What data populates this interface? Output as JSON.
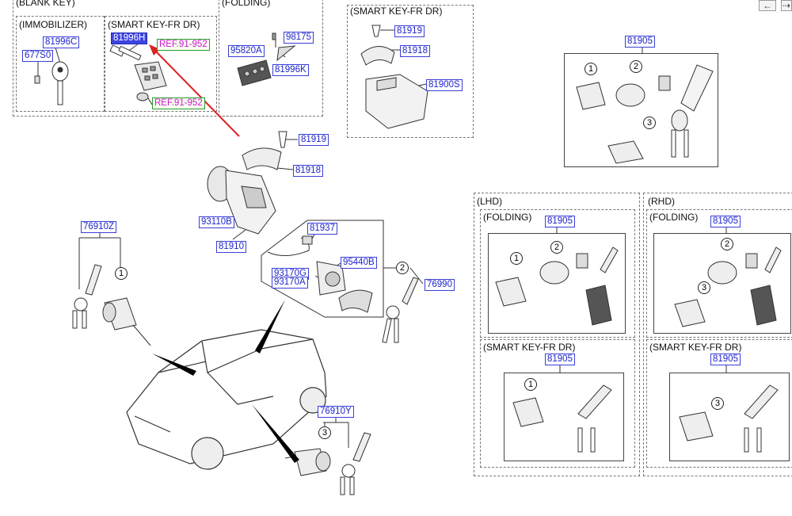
{
  "nav": {
    "back_icon": "arrow-left-icon",
    "back_glyph": "←",
    "next_glyph": "⇢"
  },
  "headers": {
    "blank_key": "(BLANK KEY)",
    "immobilizer": "(IMMOBILIZER)",
    "smart_key_fr_dr": "(SMART KEY-FR DR)",
    "folding": "(FOLDING)",
    "lhd": "(LHD)",
    "rhd": "(RHD)"
  },
  "parts": {
    "p81996C": "81996C",
    "p677S0": "677S0",
    "p81996H": "81996H",
    "p95820A": "95820A",
    "p98175": "98175",
    "p81996K": "81996K",
    "p81919": "81919",
    "p81918": "81918",
    "p81900S": "81900S",
    "p81905": "81905",
    "p93110B": "93110B",
    "p81910": "81910",
    "p81937": "81937",
    "p95440B": "95440B",
    "p93170G": "93170G",
    "p93170A": "93170A",
    "p76990": "76990",
    "p76910Z": "76910Z",
    "p76910Y": "76910Y"
  },
  "refs": {
    "ref_91_952": "REF.91-952"
  },
  "callouts": {
    "c1": "1",
    "c2": "2",
    "c3": "3"
  },
  "colors": {
    "highlight": "#3d44e0",
    "part_link": "#1f25c9",
    "ref_text": "#d014d0",
    "pointer_arrow": "#e02020"
  }
}
